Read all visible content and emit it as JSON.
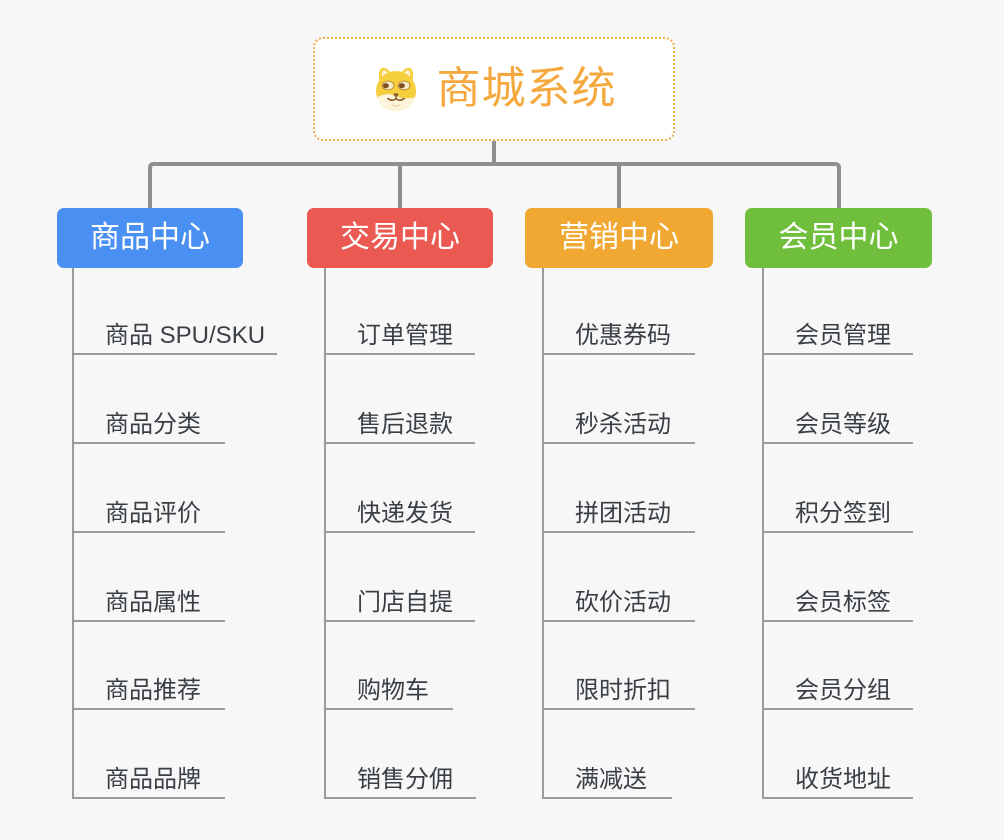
{
  "root": {
    "label": "商城系统",
    "icon": "doge-icon",
    "text_color": "#f5a83e",
    "border_color": "#f3ab4a"
  },
  "connector_color": "#8f8f8f",
  "underline_color": "#9b9b9b",
  "background_color": "#f7f7f7",
  "branches": [
    {
      "label": "商品中心",
      "color": "#4a90f2",
      "items": [
        "商品 SPU/SKU",
        "商品分类",
        "商品评价",
        "商品属性",
        "商品推荐",
        "商品品牌"
      ]
    },
    {
      "label": "交易中心",
      "color": "#ea5a52",
      "items": [
        "订单管理",
        "售后退款",
        "快递发货",
        "门店自提",
        "购物车",
        "销售分佣"
      ]
    },
    {
      "label": "营销中心",
      "color": "#f0a832",
      "items": [
        "优惠券码",
        "秒杀活动",
        "拼团活动",
        "砍价活动",
        "限时折扣",
        "满减送"
      ]
    },
    {
      "label": "会员中心",
      "color": "#6fbf3d",
      "items": [
        "会员管理",
        "会员等级",
        "积分签到",
        "会员标签",
        "会员分组",
        "收货地址"
      ]
    }
  ]
}
